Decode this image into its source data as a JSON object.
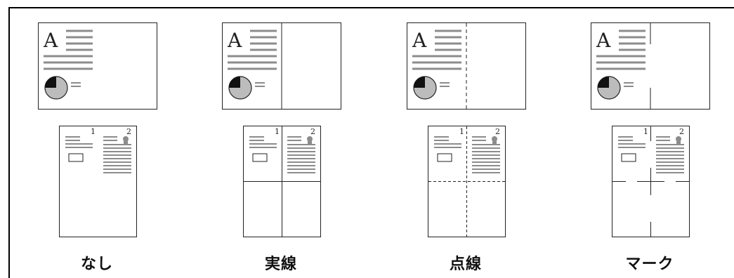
{
  "options": [
    {
      "label": "なし",
      "separator": "none"
    },
    {
      "label": "実線",
      "separator": "solid"
    },
    {
      "label": "点線",
      "separator": "dashed"
    },
    {
      "label": "マーク",
      "separator": "marks"
    }
  ],
  "original_letter": "A",
  "page_numbers": [
    "1",
    "2"
  ],
  "colors": {
    "line": "#222222",
    "text_lines": "#8c8c8c",
    "pie_fill": "#bcbcbc",
    "pie_slice": "#111111"
  }
}
